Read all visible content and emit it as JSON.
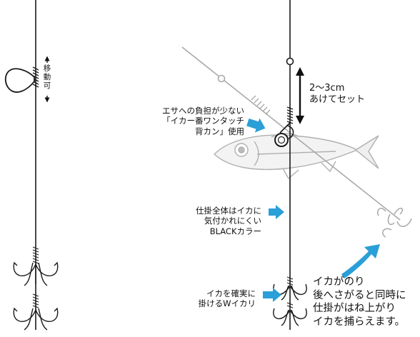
{
  "labels": {
    "movable": [
      "移",
      "動",
      "可"
    ],
    "spacing": [
      "2〜3cm",
      "あけてセット"
    ],
    "bait": [
      "エサへの負担が少ない",
      "「イカー番ワンタッチ",
      "背カン」使用"
    ],
    "color": [
      "仕掛全体はイカに",
      "気付かれにくい",
      "BLACKカラー"
    ],
    "hook": [
      "イカを確実に",
      "掛けるWイカリ"
    ],
    "action": [
      "イカがのり",
      "後へさがると同時に",
      "仕掛がはね上がり",
      "イカを捕らえます。"
    ]
  },
  "colors": {
    "line": "#1a1a1a",
    "gray_line": "#a9a9a9",
    "accent": "#2a9fd8",
    "fish": "#bfbfbf"
  },
  "icons": [
    "updown-arrow-icon",
    "snap-swivel-icon",
    "treble-hook-icon",
    "bait-fish-icon"
  ]
}
